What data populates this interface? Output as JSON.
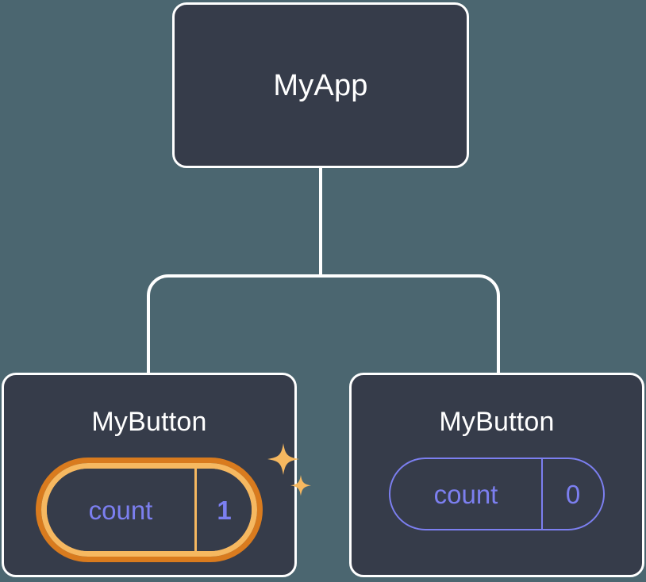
{
  "diagram": {
    "type": "component-tree",
    "title": "MyApp component tree with local state",
    "background_color": "#4b6670",
    "node_fill_color": "#363c4a",
    "node_border_color": "#ffffff",
    "connector_color": "#ffffff",
    "accent_highlight_outer": "#d97b1e",
    "accent_highlight_inner": "#f6b860",
    "state_text_color": "#7c7ff0"
  },
  "root": {
    "label": "MyApp"
  },
  "children": [
    {
      "label": "MyButton",
      "state": {
        "key": "count",
        "value": "1"
      },
      "highlighted": true,
      "sparkle_count": 2
    },
    {
      "label": "MyButton",
      "state": {
        "key": "count",
        "value": "0"
      },
      "highlighted": false,
      "sparkle_count": 0
    }
  ]
}
